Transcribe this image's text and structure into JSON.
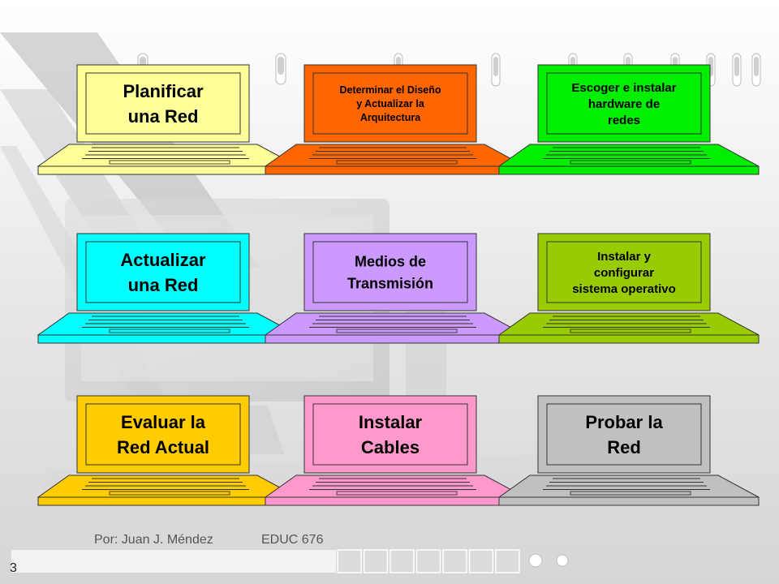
{
  "slide": {
    "page_number": "3",
    "footer": {
      "author": "Por: Juan J. Méndez",
      "course": "EDUC 676"
    }
  },
  "laptops": [
    {
      "id": "planificar",
      "lines": [
        "Planificar",
        "una Red"
      ],
      "color": "#ffff99",
      "size": "lg"
    },
    {
      "id": "disenio",
      "lines": [
        "Determinar el Diseño",
        "y Actualizar la",
        "Arquitectura"
      ],
      "color": "#ff6600",
      "size": "sm"
    },
    {
      "id": "hardware",
      "lines": [
        "Escoger e instalar",
        "hardware de",
        "redes"
      ],
      "color": "#00ee00",
      "size": "md"
    },
    {
      "id": "actualizar",
      "lines": [
        "Actualizar",
        "una Red"
      ],
      "color": "#00ffff",
      "size": "lg"
    },
    {
      "id": "medios",
      "lines": [
        "Medios de",
        "Transmisión"
      ],
      "color": "#cc99ff",
      "size": "mdl"
    },
    {
      "id": "so",
      "lines": [
        "Instalar y",
        "configurar",
        "sistema operativo"
      ],
      "color": "#99cc00",
      "size": "md"
    },
    {
      "id": "evaluar",
      "lines": [
        "Evaluar la",
        "Red Actual"
      ],
      "color": "#ffcc00",
      "size": "lg"
    },
    {
      "id": "cables",
      "lines": [
        "Instalar",
        "Cables"
      ],
      "color": "#ff99cc",
      "size": "lg"
    },
    {
      "id": "probar",
      "lines": [
        "Probar la",
        "Red"
      ],
      "color": "#c0c0c0",
      "size": "lg"
    }
  ]
}
